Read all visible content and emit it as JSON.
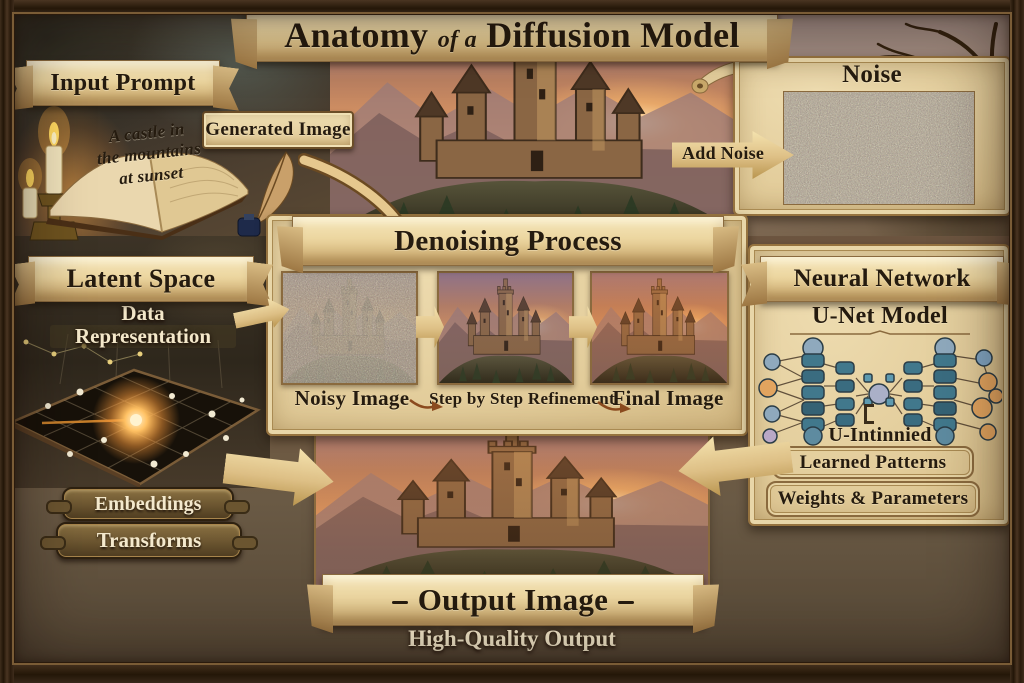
{
  "title": {
    "w1": "Anatomy",
    "w2": "of a",
    "w3": "Diffusion Model"
  },
  "input": {
    "banner": "Input Prompt",
    "book_lines": [
      "A castle in",
      "the mountains",
      "at sunset"
    ],
    "generated": "Generated Image"
  },
  "noise": {
    "title": "Noise",
    "arrow_label": "Add Noise"
  },
  "denoise": {
    "banner": "Denoising Process",
    "labels": [
      "Noisy Image",
      "Step by Step Refinement",
      "Final Image"
    ]
  },
  "latent": {
    "banner": "Latent Space",
    "lines": [
      "Data",
      "Representation"
    ],
    "tags": [
      "Embeddings",
      "Transforms"
    ]
  },
  "nn": {
    "banner": "Neural Network",
    "model": "U-Net Model",
    "caption": "U-Intinnied",
    "boxes": [
      "Learned Patterns",
      "Weights & Parameters"
    ]
  },
  "output": {
    "banner": "Output Image",
    "sub": "High-Quality Output"
  },
  "colors": {
    "parchment": "#ead7a6",
    "wood": "#33241a",
    "ink": "#251b0f",
    "teal_node": "#41788c",
    "orange_node": "#e2a45f",
    "glow": "#ff9d3c"
  }
}
